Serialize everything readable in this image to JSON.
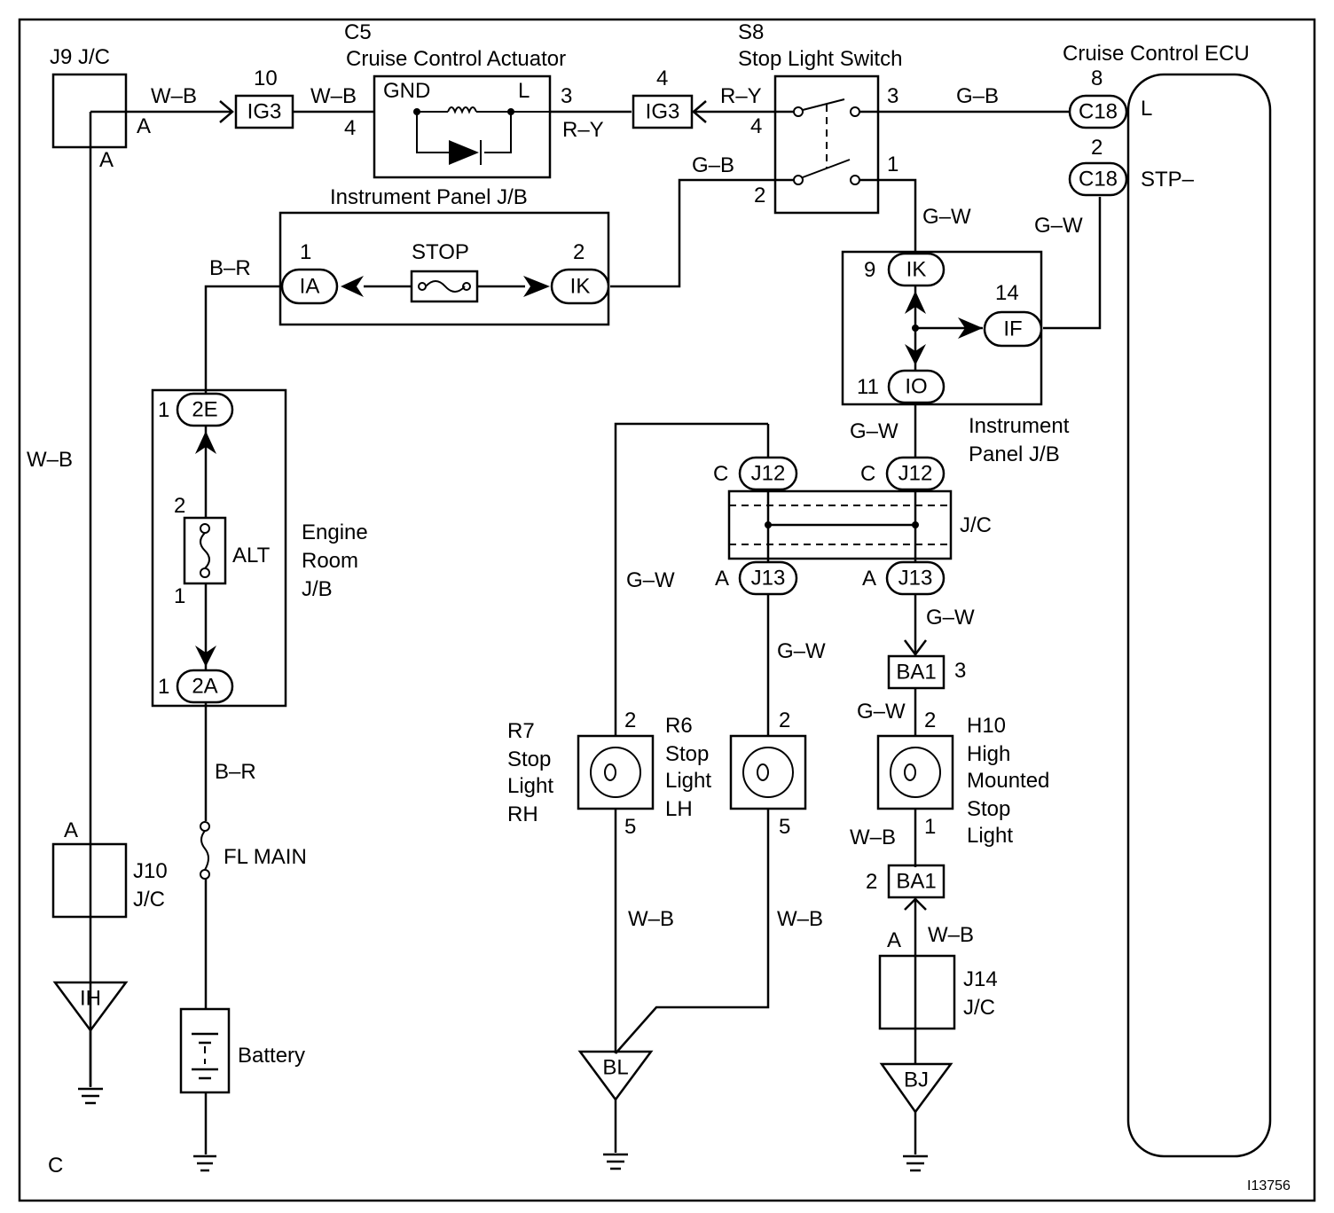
{
  "labels": {
    "j9_jc": "J9 J/C",
    "c5": "C5",
    "c5_name": "Cruise Control Actuator",
    "s8": "S8",
    "s8_name": "Stop Light Switch",
    "ecu_name": "Cruise Control ECU",
    "ip_jb_top": "Instrument Panel J/B",
    "ip_jb_r1": "Instrument",
    "ip_jb_r2": "Panel J/B",
    "erjb_1": "Engine",
    "erjb_2": "Room",
    "erjb_3": "J/B",
    "jc": "J/C",
    "j10": "J10",
    "j10_jc": "J/C",
    "j14": "J14",
    "j14_jc": "J/C",
    "battery": "Battery",
    "fl_main": "FL MAIN",
    "alt": "ALT",
    "stop": "STOP",
    "gnd": "GND",
    "l_term": "L",
    "ecu_l": "L",
    "ecu_stp": "STP–",
    "r7_1": "R7",
    "r7_2": "Stop",
    "r7_3": "Light",
    "r7_4": "RH",
    "r6_1": "R6",
    "r6_2": "Stop",
    "r6_3": "Light",
    "r6_4": "LH",
    "h10_1": "H10",
    "h10_2": "High",
    "h10_3": "Mounted",
    "h10_4": "Stop",
    "h10_5": "Light",
    "corner_c": "C",
    "fig_id": "I13756"
  },
  "wires": {
    "wb": "W–B",
    "ry": "R–Y",
    "gb": "G–B",
    "gw": "G–W",
    "br": "B–R"
  },
  "connectors": {
    "ig3": "IG3",
    "c18": "C18",
    "ia": "IA",
    "ik": "IK",
    "if": "IF",
    "io": "IO",
    "e2": "2E",
    "a2": "2A",
    "j12": "J12",
    "j13": "J13",
    "ba1": "BA1",
    "ih": "IH",
    "bl": "BL",
    "bj": "BJ"
  },
  "pins": {
    "p1": "1",
    "p2": "2",
    "p3": "3",
    "p4": "4",
    "p5": "5",
    "p8": "8",
    "p9": "9",
    "p10": "10",
    "p11": "11",
    "p14": "14",
    "a": "A",
    "c": "C"
  }
}
